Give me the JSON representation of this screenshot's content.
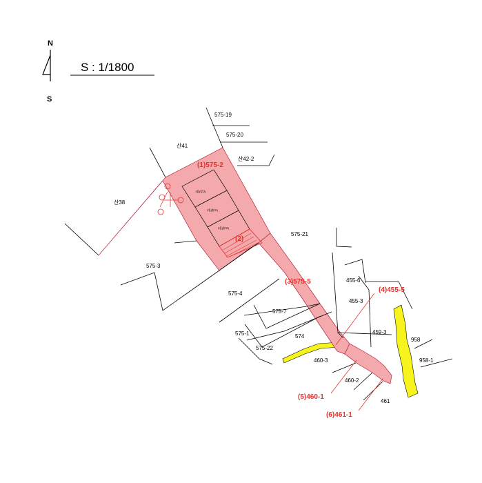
{
  "compass": {
    "north": "N",
    "south": "S"
  },
  "scale": {
    "label": "S : 1/1800"
  },
  "colors": {
    "subject_fill": "#f4a9ad",
    "subject_stroke": "#b5253c",
    "road_fill": "#f7f41d",
    "highlight_text": "#e8322c",
    "line": "#000000"
  },
  "subject_parcels": {
    "p1": "(1)575-2",
    "p2": "(2)",
    "p3": "(3)575-5",
    "p4": "(4)455-5",
    "p5": "(5)460-1",
    "p6": "(6)461-1"
  },
  "buildings": {
    "b1": "1동(창고)",
    "b2": "2동(창고)",
    "b3": "3동(창고)"
  },
  "parcels": {
    "575_19": "575-19",
    "575_20": "575-20",
    "san41": "산41",
    "san42_2": "산42-2",
    "san38": "산38",
    "575_21": "575-21",
    "575_3": "575-3",
    "575_4": "575-4",
    "455_6": "455-6",
    "455_3": "455-3",
    "575_7": "575-7",
    "459_3": "459-3",
    "575_1": "575-1",
    "574": "574",
    "958": "958",
    "575_22": "575-22",
    "958_1": "958-1",
    "460_3": "460-3",
    "460_2": "460-2",
    "461": "461"
  }
}
